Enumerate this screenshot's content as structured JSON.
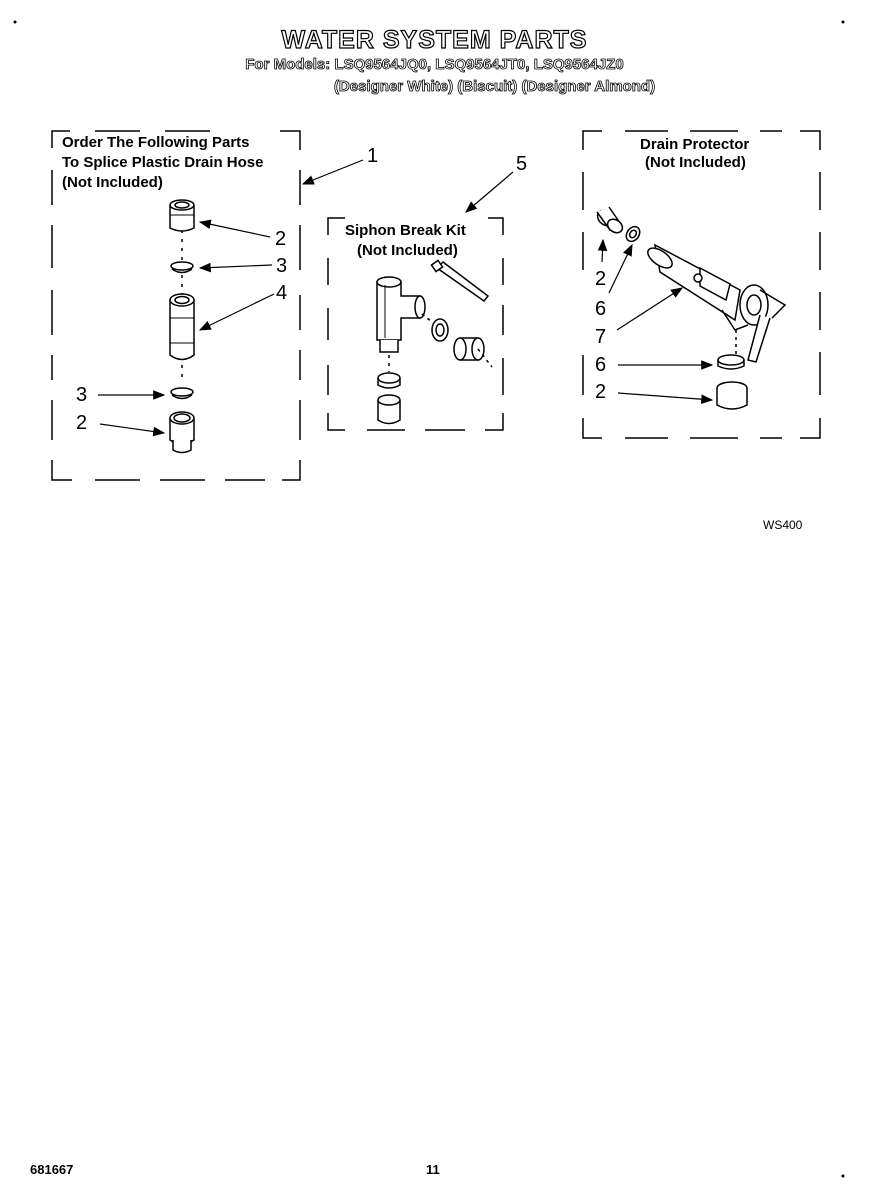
{
  "header": {
    "title": "WATER SYSTEM PARTS",
    "models": "For Models: LSQ9564JQ0, LSQ9564JT0, LSQ9564JZ0",
    "colors": "(Designer White)  (Biscuit)  (Designer Almond)"
  },
  "boxes": {
    "splice": {
      "line1": "Order The Following Parts",
      "line2": "To Splice Plastic Drain Hose",
      "line3": "(Not Included)"
    },
    "siphon": {
      "line1": "Siphon Break Kit",
      "line2": "(Not Included)"
    },
    "drain": {
      "line1": "Drain Protector",
      "line2": "(Not Included)"
    }
  },
  "callouts": {
    "c1": "1",
    "c5": "5",
    "s2a": "2",
    "s3a": "3",
    "s4": "4",
    "s3b": "3",
    "s2b": "2",
    "d2a": "2",
    "d6a": "6",
    "d7": "7",
    "d6b": "6",
    "d2b": "2"
  },
  "figure_code": "WS400",
  "footer": {
    "part_number": "681667",
    "page_number": "11"
  }
}
